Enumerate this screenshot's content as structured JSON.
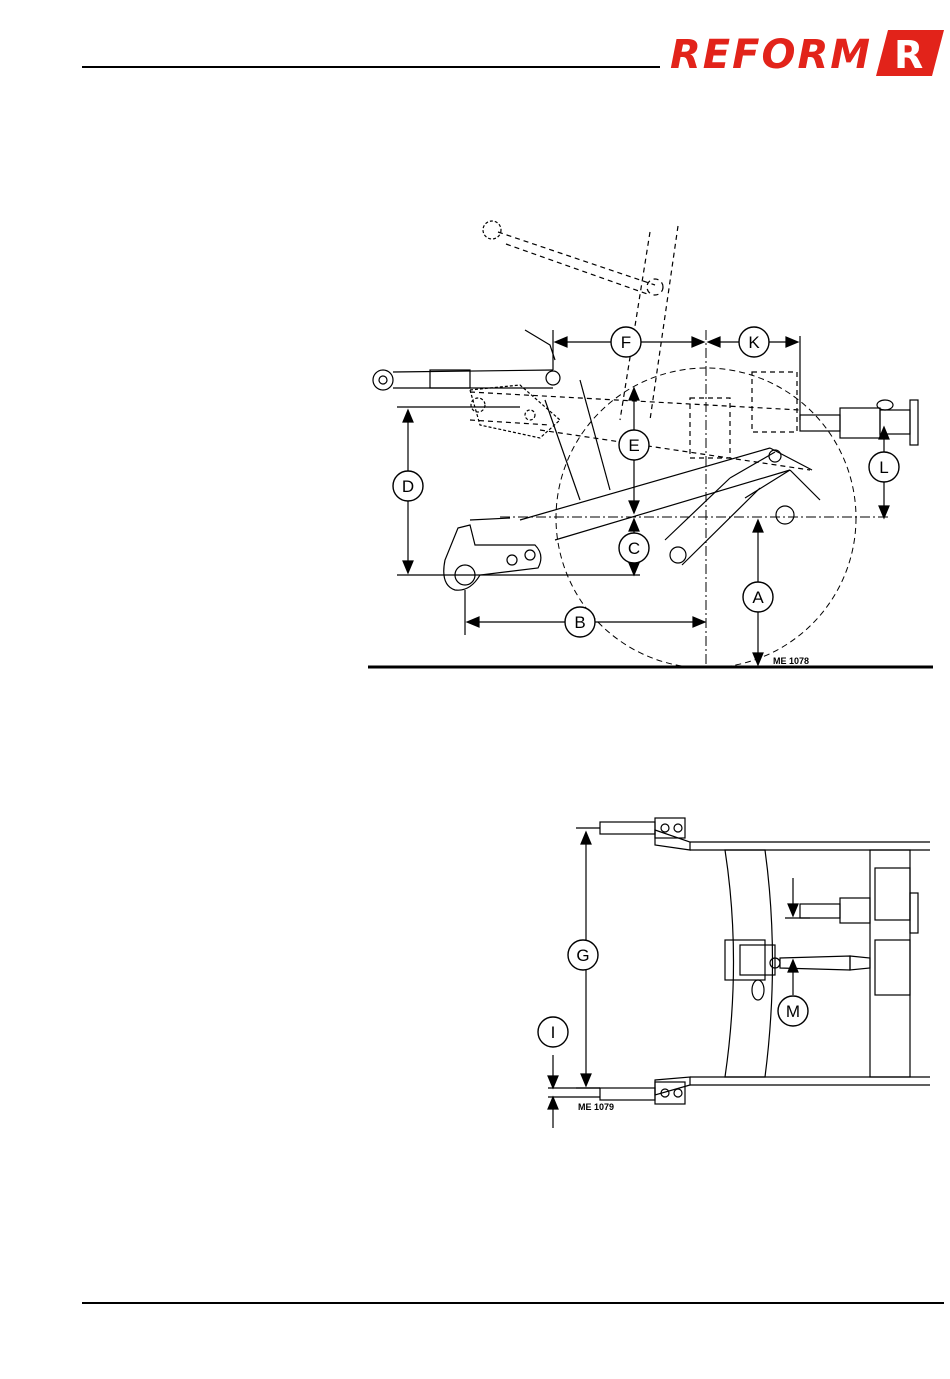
{
  "header": {
    "brand": "REFORM",
    "brand_mark": "R",
    "brand_color": "#e2231a"
  },
  "figure1": {
    "code": "ME 1078",
    "labels": {
      "A": "A",
      "B": "B",
      "C": "C",
      "D": "D",
      "E": "E",
      "F": "F",
      "K": "K",
      "L": "L"
    }
  },
  "figure2": {
    "code": "ME 1079",
    "labels": {
      "G": "G",
      "I": "I",
      "M": "M"
    }
  }
}
